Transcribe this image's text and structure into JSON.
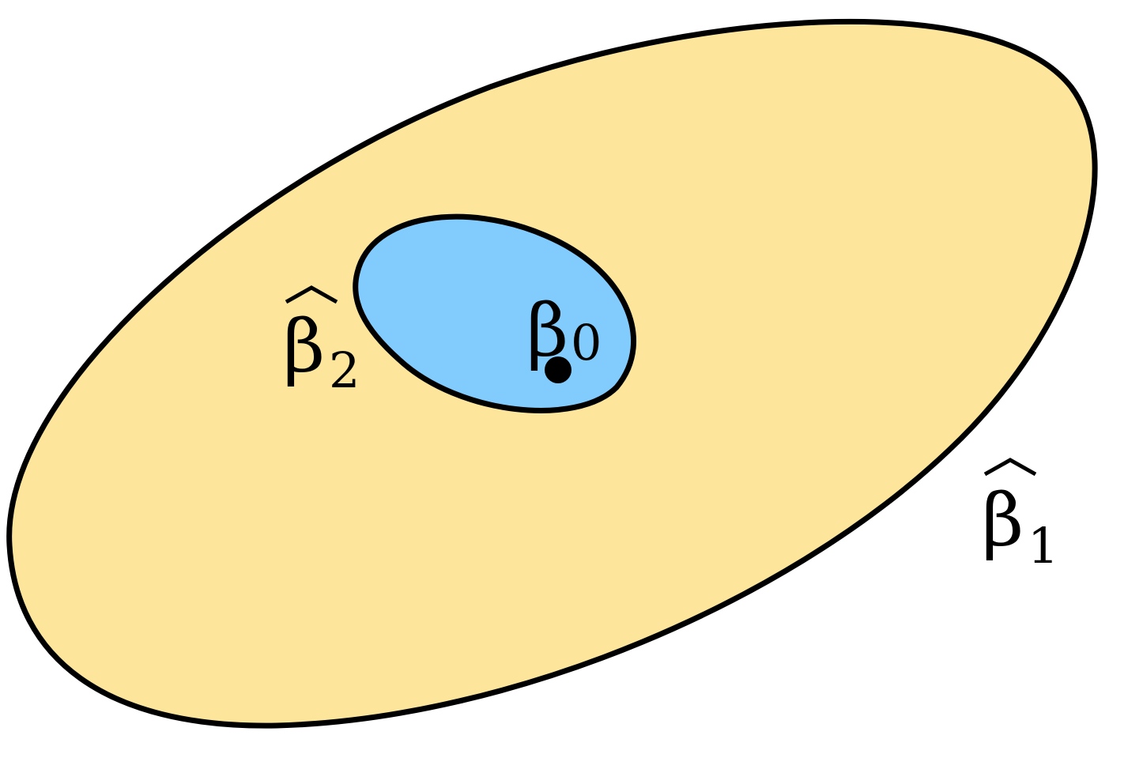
{
  "diagram": {
    "regions": [
      {
        "id": "outer",
        "fill": "#FDE69B",
        "stroke": "#000000"
      },
      {
        "id": "inner",
        "fill": "#82CBFD",
        "stroke": "#000000"
      }
    ],
    "labels": {
      "beta_hat_1": {
        "base": "β",
        "sub": "1",
        "accent": "hat"
      },
      "beta_hat_2": {
        "base": "β",
        "sub": "2",
        "accent": "hat"
      },
      "beta_0": {
        "base": "β",
        "sub": "0"
      }
    },
    "point": {
      "fill": "#000000"
    }
  }
}
